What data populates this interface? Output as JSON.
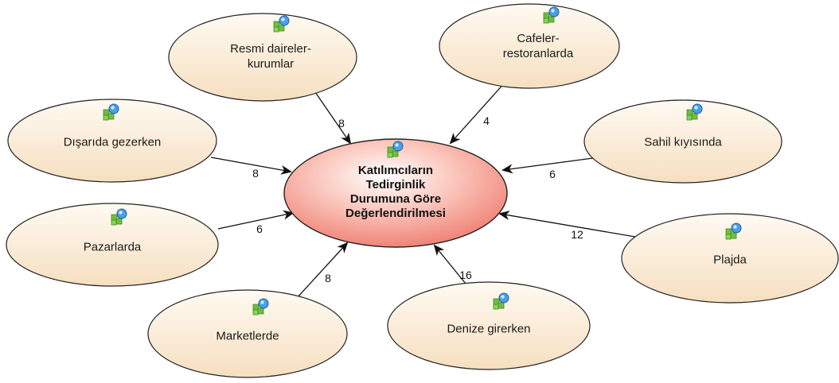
{
  "center": {
    "label": "Katılımcıların\nTedirginlik\nDurumuna Göre\nDeğerlendirilmesi"
  },
  "nodes": [
    {
      "id": "resmi",
      "label": "Resmi daireler-\nkurumlar",
      "weight": "8"
    },
    {
      "id": "cafeler",
      "label": "Cafeler-\nrestoranlarda",
      "weight": "4"
    },
    {
      "id": "disarida",
      "label": "Dışarıda gezerken",
      "weight": "8"
    },
    {
      "id": "sahil",
      "label": "Sahil kıyısında",
      "weight": "6"
    },
    {
      "id": "pazarlarda",
      "label": "Pazarlarda",
      "weight": "6"
    },
    {
      "id": "plajda",
      "label": "Plajda",
      "weight": "12"
    },
    {
      "id": "marketlerde",
      "label": "Marketlerde",
      "weight": "8"
    },
    {
      "id": "denize",
      "label": "Denize girerken",
      "weight": "16"
    }
  ],
  "icon": "node-object-icon"
}
